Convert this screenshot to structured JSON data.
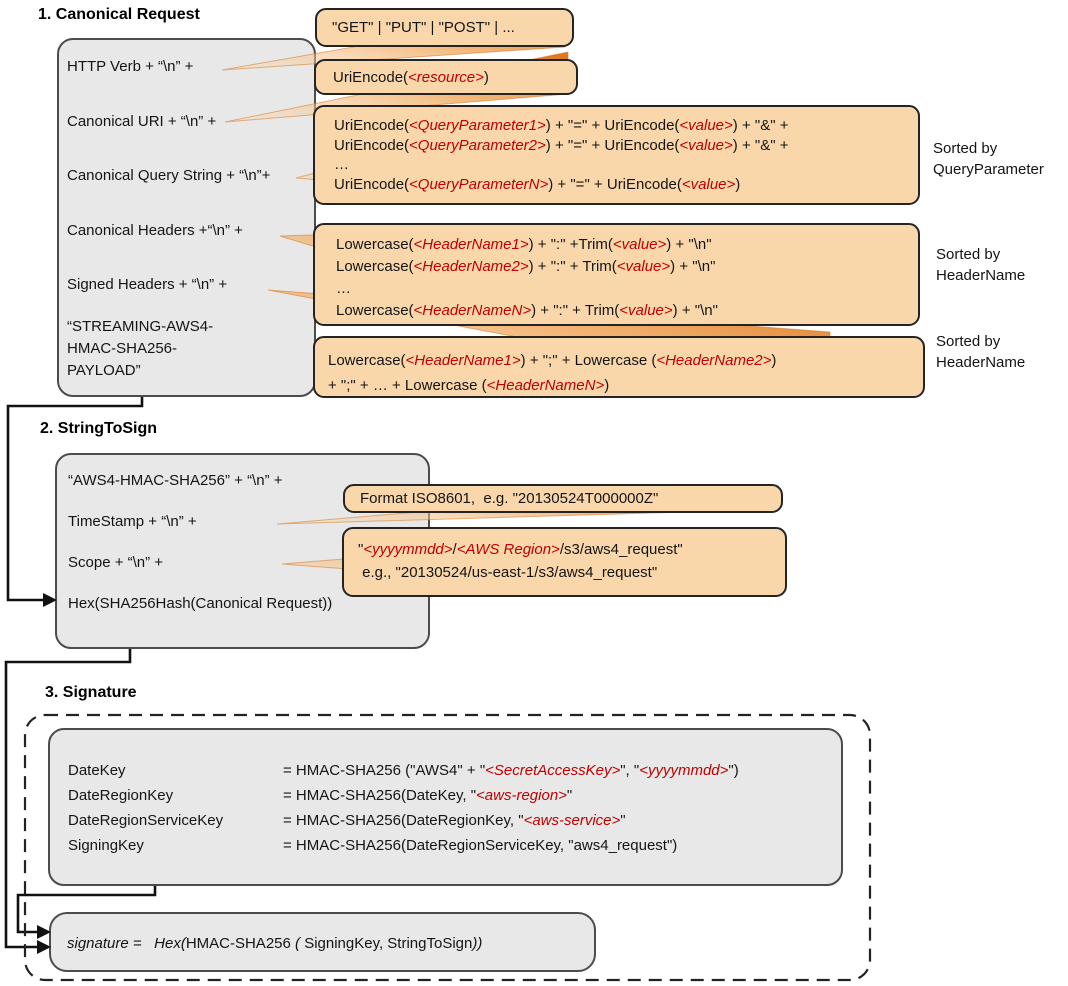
{
  "colors": {
    "box_fill": "#e8e8e8",
    "callout_fill": "#f9d7ab",
    "accent_orange": "#e07b20",
    "token_red": "#c00000"
  },
  "section1": {
    "title": "1. Canonical Request",
    "request_lines": [
      "HTTP Verb + “\\n” +",
      "Canonical URI + “\\n” +",
      "Canonical Query String + “\\n”+",
      "Canonical Headers +“\\n” +",
      "Signed Headers + “\\n” +"
    ],
    "payload_lines": [
      "“STREAMING-AWS4-",
      "HMAC-SHA256-",
      "PAYLOAD”"
    ],
    "callout_http_verb": "\"GET\" | \"PUT\" | \"POST\" | ...",
    "callout_uri": "UriEncode(<resource>)",
    "callout_query_string": [
      "UriEncode(<QueryParameter1>) + \"=\" + UriEncode(<value>) + \"&\" +",
      "UriEncode(<QueryParameter2>) + \"=\" + UriEncode(<value>) + \"&\" +",
      "…",
      "UriEncode(<QueryParameterN>) + \"=\" + UriEncode(<value>)"
    ],
    "callout_headers": [
      "Lowercase(<HeaderName1>) + \":\" +Trim(<value>) + \"\\n\"",
      "Lowercase(<HeaderName2>) + \":\" + Trim(<value>) + \"\\n\"",
      "…",
      "Lowercase(<HeaderNameN>) + \":\" + Trim(<value>) + \"\\n\""
    ],
    "callout_signed_headers": [
      "Lowercase(<HeaderName1>) + \";\" + Lowercase (<HeaderName2>)",
      "+ \";\" + … + Lowercase (<HeaderNameN>)"
    ],
    "sorted_by_query": [
      "Sorted by",
      "QueryParameter"
    ],
    "sorted_by_header1": [
      "Sorted by",
      "HeaderName"
    ],
    "sorted_by_header2": [
      "Sorted by",
      "HeaderName"
    ]
  },
  "section2": {
    "title": "2. StringToSign",
    "lines": [
      "“AWS4-HMAC-SHA256” + “\\n” +",
      "TimeStamp + “\\n” +",
      "Scope + “\\n” +",
      "Hex(SHA256Hash(Canonical Request))"
    ],
    "callout_timestamp": "Format ISO8601,  e.g. \"20130524T000000Z\"",
    "callout_scope": [
      "\"<yyyymmdd>/<AWS Region>/s3/aws4_request\"",
      " e.g., \"20130524/us-east-1/s3/aws4_request\""
    ]
  },
  "section3": {
    "title": "3. Signature",
    "key_labels": [
      "DateKey",
      "DateRegionKey",
      "DateRegionServiceKey",
      "SigningKey"
    ],
    "key_formulas": [
      "= HMAC-SHA256 (\"AWS4\" + \"<SecretAccessKey>\", \"<yyyymmdd>\")",
      "= HMAC-SHA256(DateKey, \"<aws-region>\"",
      "= HMAC-SHA256(DateRegionKey, \"<aws-service>\"",
      "= HMAC-SHA256(DateRegionServiceKey, \"aws4_request\")"
    ],
    "signature_segments": [
      {
        "text": "signature =   ",
        "italic": true
      },
      {
        "text": "Hex(",
        "italic": true
      },
      {
        "text": "HMAC-SHA256 ",
        "italic": false
      },
      {
        "text": "( ",
        "italic": true
      },
      {
        "text": "SigningKey, StringToSign",
        "italic": false
      },
      {
        "text": "))",
        "italic": true
      }
    ]
  }
}
